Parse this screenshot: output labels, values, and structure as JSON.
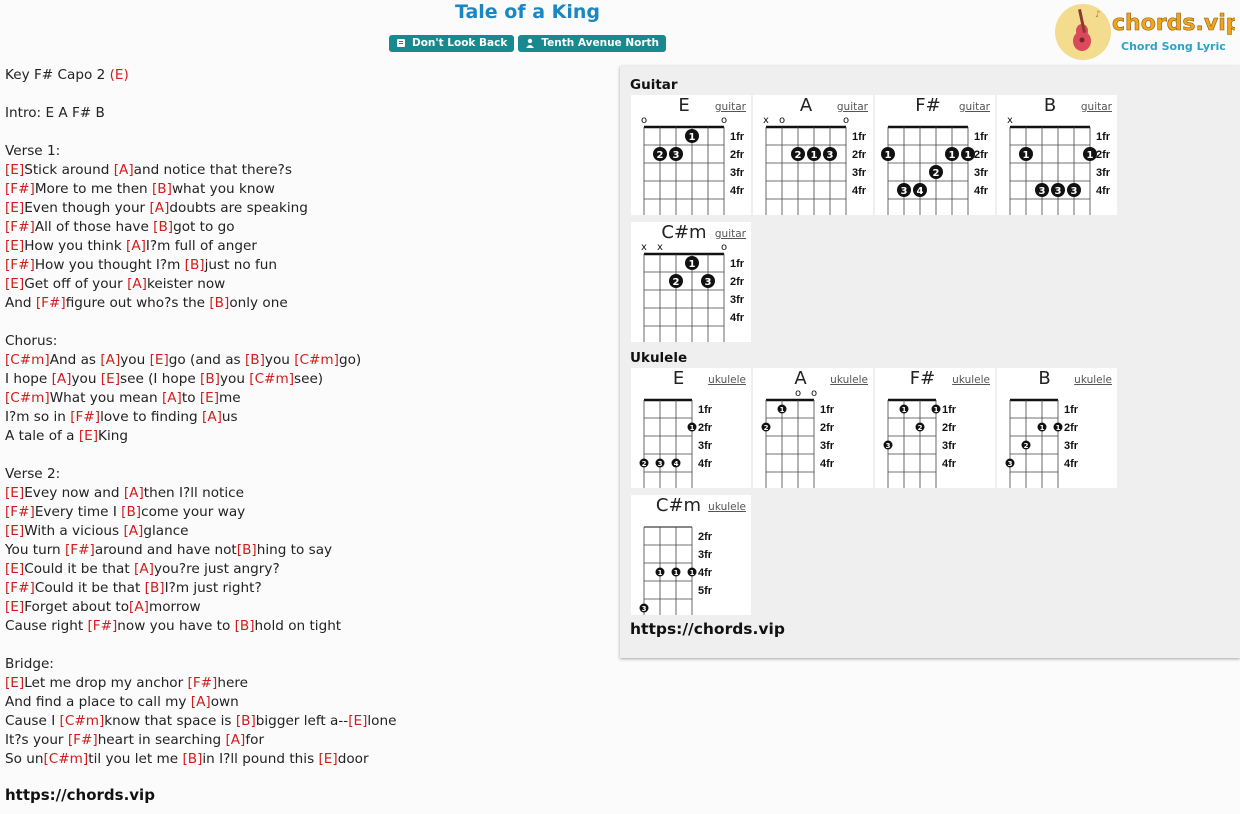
{
  "song": {
    "title": "Tale of a King",
    "album": "Don't Look Back",
    "artist": "Tenth Avenue North"
  },
  "logo": {
    "brand": "chords.vip",
    "tagline": "Chord Song Lyric"
  },
  "lyrics": [
    [
      {
        "t": "Key F# Capo 2 "
      },
      {
        "c": "(E)"
      }
    ],
    [],
    [
      {
        "t": "Intro: E A F# B"
      }
    ],
    [],
    [
      {
        "t": "Verse 1:"
      }
    ],
    [
      {
        "c": "[E]"
      },
      {
        "t": "Stick around "
      },
      {
        "c": "[A]"
      },
      {
        "t": "and notice that there?s"
      }
    ],
    [
      {
        "c": "[F#]"
      },
      {
        "t": "More to me then "
      },
      {
        "c": "[B]"
      },
      {
        "t": "what you know"
      }
    ],
    [
      {
        "c": "[E]"
      },
      {
        "t": "Even though your "
      },
      {
        "c": "[A]"
      },
      {
        "t": "doubts are speaking"
      }
    ],
    [
      {
        "c": "[F#]"
      },
      {
        "t": "All of those have "
      },
      {
        "c": "[B]"
      },
      {
        "t": "got to go"
      }
    ],
    [
      {
        "c": "[E]"
      },
      {
        "t": "How you think "
      },
      {
        "c": "[A]"
      },
      {
        "t": "I?m full of anger"
      }
    ],
    [
      {
        "c": "[F#]"
      },
      {
        "t": "How you thought I?m "
      },
      {
        "c": "[B]"
      },
      {
        "t": "just no fun"
      }
    ],
    [
      {
        "c": "[E]"
      },
      {
        "t": "Get off of your "
      },
      {
        "c": "[A]"
      },
      {
        "t": "keister now"
      }
    ],
    [
      {
        "t": "And "
      },
      {
        "c": "[F#]"
      },
      {
        "t": "figure out who?s the "
      },
      {
        "c": "[B]"
      },
      {
        "t": "only one"
      }
    ],
    [],
    [
      {
        "t": "Chorus:"
      }
    ],
    [
      {
        "c": "[C#m]"
      },
      {
        "t": "And as "
      },
      {
        "c": "[A]"
      },
      {
        "t": "you "
      },
      {
        "c": "[E]"
      },
      {
        "t": "go (and as "
      },
      {
        "c": "[B]"
      },
      {
        "t": "you "
      },
      {
        "c": "[C#m]"
      },
      {
        "t": "go)"
      }
    ],
    [
      {
        "t": "I hope "
      },
      {
        "c": "[A]"
      },
      {
        "t": "you "
      },
      {
        "c": "[E]"
      },
      {
        "t": "see (I hope "
      },
      {
        "c": "[B]"
      },
      {
        "t": "you "
      },
      {
        "c": "[C#m]"
      },
      {
        "t": "see)"
      }
    ],
    [
      {
        "c": "[C#m]"
      },
      {
        "t": "What you mean "
      },
      {
        "c": "[A]"
      },
      {
        "t": "to "
      },
      {
        "c": "[E]"
      },
      {
        "t": "me"
      }
    ],
    [
      {
        "t": "I?m so in "
      },
      {
        "c": "[F#]"
      },
      {
        "t": "love to finding "
      },
      {
        "c": "[A]"
      },
      {
        "t": "us"
      }
    ],
    [
      {
        "t": "A tale of a "
      },
      {
        "c": "[E]"
      },
      {
        "t": "King"
      }
    ],
    [],
    [
      {
        "t": "Verse 2:"
      }
    ],
    [
      {
        "c": "[E]"
      },
      {
        "t": "Evey now and "
      },
      {
        "c": "[A]"
      },
      {
        "t": "then I?ll notice"
      }
    ],
    [
      {
        "c": "[F#]"
      },
      {
        "t": "Every time I "
      },
      {
        "c": "[B]"
      },
      {
        "t": "come your way"
      }
    ],
    [
      {
        "c": "[E]"
      },
      {
        "t": "With a vicious "
      },
      {
        "c": "[A]"
      },
      {
        "t": "glance"
      }
    ],
    [
      {
        "t": "You turn "
      },
      {
        "c": "[F#]"
      },
      {
        "t": "around and have not"
      },
      {
        "c": "[B]"
      },
      {
        "t": "hing to say"
      }
    ],
    [
      {
        "c": "[E]"
      },
      {
        "t": "Could it be that "
      },
      {
        "c": "[A]"
      },
      {
        "t": "you?re just angry?"
      }
    ],
    [
      {
        "c": "[F#]"
      },
      {
        "t": "Could it be that "
      },
      {
        "c": "[B]"
      },
      {
        "t": "I?m just right?"
      }
    ],
    [
      {
        "c": "[E]"
      },
      {
        "t": "Forget about to"
      },
      {
        "c": "[A]"
      },
      {
        "t": "morrow"
      }
    ],
    [
      {
        "t": "Cause right "
      },
      {
        "c": "[F#]"
      },
      {
        "t": "now you have to "
      },
      {
        "c": "[B]"
      },
      {
        "t": "hold on tight"
      }
    ],
    [],
    [
      {
        "t": "Bridge:"
      }
    ],
    [
      {
        "c": "[E]"
      },
      {
        "t": "Let me drop my anchor "
      },
      {
        "c": "[F#]"
      },
      {
        "t": "here"
      }
    ],
    [
      {
        "t": "And find a place to call my "
      },
      {
        "c": "[A]"
      },
      {
        "t": "own"
      }
    ],
    [
      {
        "t": "Cause I "
      },
      {
        "c": "[C#m]"
      },
      {
        "t": "know that space is "
      },
      {
        "c": "[B]"
      },
      {
        "t": "bigger left a--"
      },
      {
        "c": "[E]"
      },
      {
        "t": "lone"
      }
    ],
    [
      {
        "t": "It?s your "
      },
      {
        "c": "[F#]"
      },
      {
        "t": "heart in searching "
      },
      {
        "c": "[A]"
      },
      {
        "t": "for"
      }
    ],
    [
      {
        "t": "So un"
      },
      {
        "c": "[C#m]"
      },
      {
        "t": "til you let me "
      },
      {
        "c": "[B]"
      },
      {
        "t": "in I?ll pound this "
      },
      {
        "c": "[E]"
      },
      {
        "t": "door"
      }
    ]
  ],
  "footer_url": "https://chords.vip",
  "panel": {
    "guitar_heading": "Guitar",
    "ukulele_heading": "Ukulele",
    "url": "https://chords.vip"
  },
  "guitar_chords": [
    {
      "name": "E",
      "type": "guitar",
      "base": 1,
      "top": [
        "o",
        "",
        "",
        "",
        "",
        "o"
      ],
      "dots": [
        {
          "s": 4,
          "f": 1,
          "n": "1"
        },
        {
          "s": 2,
          "f": 2,
          "n": "2"
        },
        {
          "s": 3,
          "f": 2,
          "n": "3"
        }
      ]
    },
    {
      "name": "A",
      "type": "guitar",
      "base": 1,
      "top": [
        "x",
        "o",
        "",
        "",
        "",
        "o"
      ],
      "dots": [
        {
          "s": 3,
          "f": 2,
          "n": "2"
        },
        {
          "s": 4,
          "f": 2,
          "n": "1"
        },
        {
          "s": 5,
          "f": 2,
          "n": "3"
        }
      ]
    },
    {
      "name": "F#",
      "type": "guitar",
      "base": 1,
      "top": [
        "",
        "",
        "",
        "",
        "",
        ""
      ],
      "dots": [
        {
          "s": 1,
          "f": 2,
          "n": "1"
        },
        {
          "s": 5,
          "f": 2,
          "n": "1"
        },
        {
          "s": 6,
          "f": 2,
          "n": "1"
        },
        {
          "s": 4,
          "f": 3,
          "n": "2"
        },
        {
          "s": 2,
          "f": 4,
          "n": "3"
        },
        {
          "s": 3,
          "f": 4,
          "n": "4"
        }
      ]
    },
    {
      "name": "B",
      "type": "guitar",
      "base": 1,
      "top": [
        "x",
        "",
        "",
        "",
        "",
        ""
      ],
      "dots": [
        {
          "s": 2,
          "f": 2,
          "n": "1"
        },
        {
          "s": 6,
          "f": 2,
          "n": "1"
        },
        {
          "s": 3,
          "f": 4,
          "n": "3"
        },
        {
          "s": 4,
          "f": 4,
          "n": "3"
        },
        {
          "s": 5,
          "f": 4,
          "n": "3"
        }
      ]
    },
    {
      "name": "C#m",
      "type": "guitar",
      "base": 1,
      "top": [
        "x",
        "x",
        "",
        "",
        "",
        "o"
      ],
      "dots": [
        {
          "s": 4,
          "f": 1,
          "n": "1"
        },
        {
          "s": 3,
          "f": 2,
          "n": "2"
        },
        {
          "s": 5,
          "f": 2,
          "n": "3"
        }
      ]
    }
  ],
  "ukulele_chords": [
    {
      "name": "E",
      "type": "ukulele",
      "base": 1,
      "top": [
        "",
        "",
        "",
        ""
      ],
      "dots": [
        {
          "s": 4,
          "f": 2,
          "n": "1"
        },
        {
          "s": 1,
          "f": 4,
          "n": "2"
        },
        {
          "s": 2,
          "f": 4,
          "n": "3"
        },
        {
          "s": 3,
          "f": 4,
          "n": "4"
        }
      ]
    },
    {
      "name": "A",
      "type": "ukulele",
      "base": 1,
      "top": [
        "",
        "",
        "o",
        "o"
      ],
      "dots": [
        {
          "s": 2,
          "f": 1,
          "n": "1"
        },
        {
          "s": 1,
          "f": 2,
          "n": "2"
        }
      ]
    },
    {
      "name": "F#",
      "type": "ukulele",
      "base": 1,
      "top": [
        "",
        "",
        "",
        ""
      ],
      "dots": [
        {
          "s": 2,
          "f": 1,
          "n": "1"
        },
        {
          "s": 4,
          "f": 1,
          "n": "1"
        },
        {
          "s": 3,
          "f": 2,
          "n": "2"
        },
        {
          "s": 1,
          "f": 3,
          "n": "3"
        }
      ]
    },
    {
      "name": "B",
      "type": "ukulele",
      "base": 1,
      "top": [
        "",
        "",
        "",
        ""
      ],
      "dots": [
        {
          "s": 3,
          "f": 2,
          "n": "1"
        },
        {
          "s": 4,
          "f": 2,
          "n": "1"
        },
        {
          "s": 2,
          "f": 3,
          "n": "2"
        },
        {
          "s": 1,
          "f": 4,
          "n": "3"
        }
      ]
    },
    {
      "name": "C#m",
      "type": "ukulele",
      "base": 2,
      "top": [
        "",
        "",
        "",
        ""
      ],
      "dots": [
        {
          "s": 2,
          "f": 4,
          "n": "1"
        },
        {
          "s": 3,
          "f": 4,
          "n": "1"
        },
        {
          "s": 4,
          "f": 4,
          "n": "1"
        },
        {
          "s": 1,
          "f": 6,
          "n": "3"
        }
      ]
    }
  ]
}
